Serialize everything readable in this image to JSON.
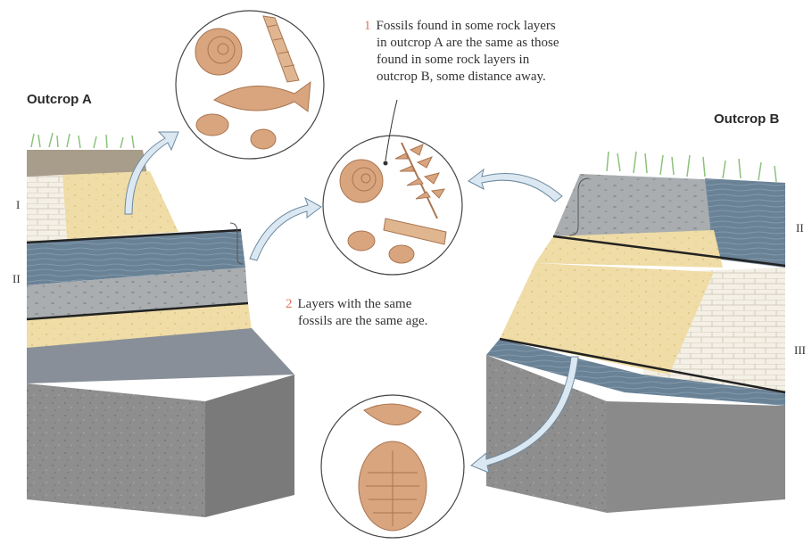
{
  "labels": {
    "outcrop_a": "Outcrop A",
    "outcrop_b": "Outcrop B",
    "layer_i": "I",
    "layer_ii_left": "II",
    "layer_ii_right": "II",
    "layer_iii": "III"
  },
  "notes": {
    "note1": {
      "number": "1",
      "lines": [
        "Fossils found in some rock layers",
        "in outcrop A are the same as those",
        "found in some rock layers in",
        "outcrop B, some distance away."
      ]
    },
    "note2": {
      "number": "2",
      "lines": [
        "Layers with the same",
        "fossils are the same age."
      ]
    }
  },
  "colors": {
    "accent_number": "#e2735a",
    "arrow_fill": "#dbe8f2",
    "sandstone": "#efdca6",
    "shale": "#6a8296",
    "limestone": "#f4f0e6",
    "bedrock": "#8e8e8e",
    "fossil": "#d9a57e",
    "grass": "#8cc27a"
  },
  "icons": [
    "ammonite-fossil",
    "turritella-shell-fossil",
    "fish-fossil",
    "fern-fossil",
    "brachiopod-fossil",
    "trilobite-fossil"
  ]
}
